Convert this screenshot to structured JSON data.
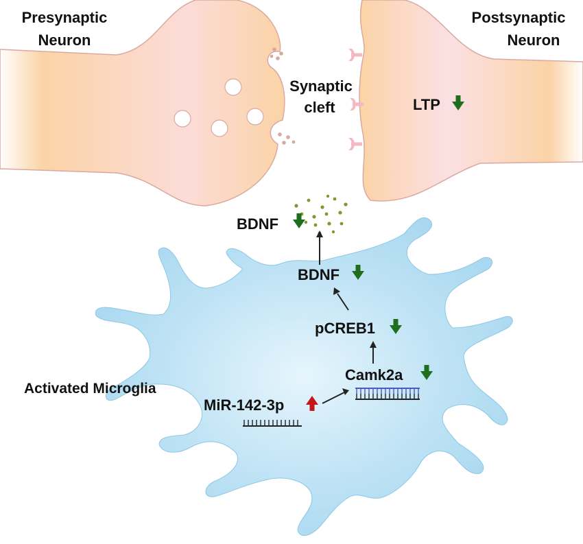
{
  "labels": {
    "presynaptic_line1": "Presynaptic",
    "presynaptic_line2": "Neuron",
    "postsynaptic_line1": "Postsynaptic",
    "postsynaptic_line2": "Neuron",
    "cleft_line1": "Synaptic",
    "cleft_line2": "cleft",
    "ltp": "LTP",
    "bdnf_released": "BDNF",
    "bdnf_cell": "BDNF",
    "pcreb1": "pCREB1",
    "camk2a": "Camk2a",
    "mir": "MiR-142-3p",
    "microglia": "Activated Microglia"
  },
  "regulation": {
    "ltp": "down",
    "bdnf_released": "down",
    "bdnf_cell": "down",
    "pcreb1": "down",
    "camk2a": "down",
    "mir": "up"
  },
  "colors": {
    "neuron_fill": "#fbd3a6",
    "neuron_center": "#fbe0e4",
    "neuron_stroke": "#d9a9a0",
    "microglia_fill": "#a6d6ef",
    "microglia_center": "#def2fb",
    "down_arrow": "#1e6e1e",
    "up_arrow": "#c4171b",
    "bdnf_dots": "#7c9a2d",
    "receptor": "#f3b8c2",
    "mirna_strand": "#222222",
    "mrna_strand": "#4a58c8"
  }
}
